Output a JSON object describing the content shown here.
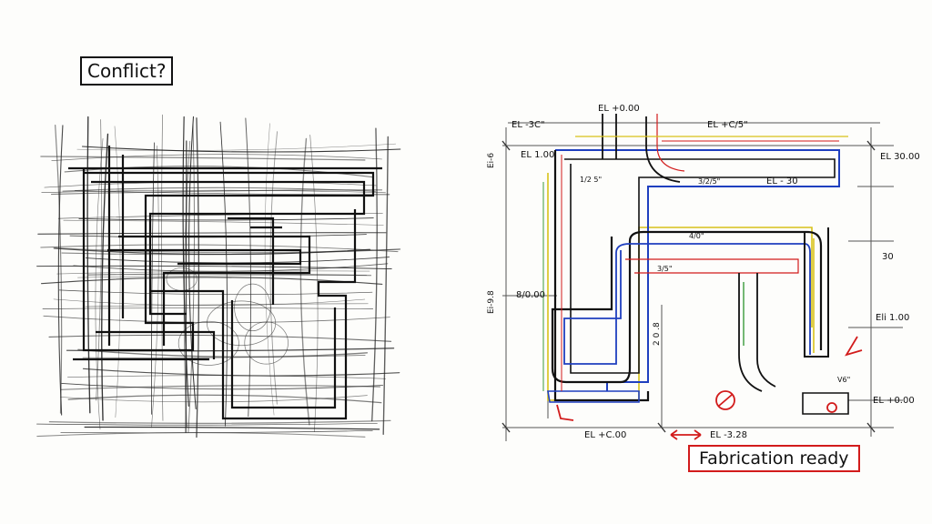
{
  "left_panel": {
    "label": "Conflict?"
  },
  "right_panel": {
    "label": "Fabrication ready",
    "annotations": {
      "top_left": "EL -3C\"",
      "top_mid": "EL +0.00",
      "top_right": "EL +C/5\"",
      "el_right": "EL 30.00",
      "right_mid": "EL - 30",
      "el_left": "EL 1.00",
      "left_mid": "8/0.00",
      "right_lower": "Eli 1.00",
      "right_bottom": "EL +0.00",
      "bottom_mid": "EL +C.00",
      "bottom_right": "EL -3.28",
      "side_left_top": "Ei-6",
      "side_left_mid": "Ei-9.8",
      "vertical_dim": "2 0 .8",
      "r30": "30",
      "small_1": "1/2 5\"",
      "small_2": "3/2/5\"",
      "small_3": "3/5\"",
      "small_4": "4/0\"",
      "small_5": "V6\""
    },
    "colors": {
      "ink": "#111111",
      "red": "#d21b1b",
      "blue": "#1f3fbf",
      "yellow": "#d8c21a",
      "green": "#3a9a3a",
      "grey": "#888888"
    }
  }
}
